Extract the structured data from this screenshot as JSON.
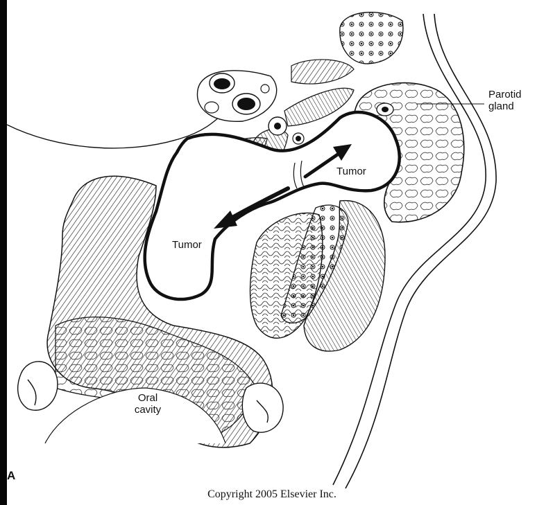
{
  "labels": {
    "parotid_line1": "Parotid",
    "parotid_line2": "gland",
    "tumor_right": "Tumor",
    "tumor_left": "Tumor",
    "oral_line1": "Oral",
    "oral_line2": "cavity",
    "panel": "A",
    "copyright": "Copyright 2005 Elsevier Inc."
  },
  "colors": {
    "background": "#060606",
    "paper": "#ffffff",
    "ink": "#111111"
  }
}
